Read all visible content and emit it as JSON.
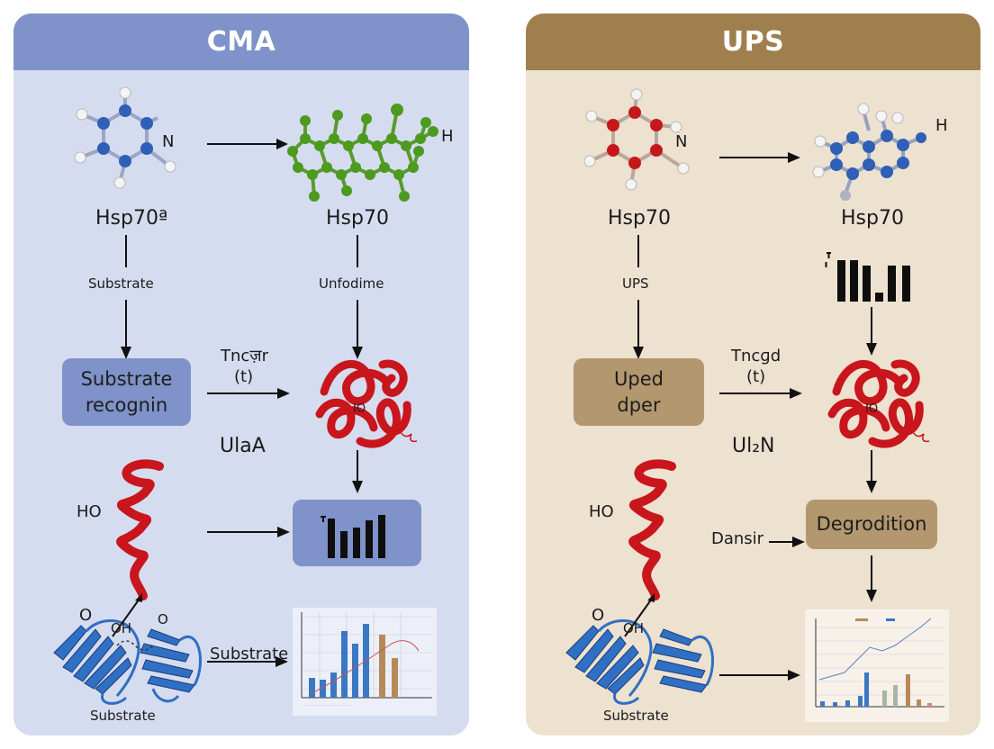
{
  "panels": {
    "cma": {
      "title": "CMA",
      "hex_n": "N",
      "green_h": "H",
      "hsp_left": "Hsp70ª",
      "hsp_right": "Hsp70",
      "substrate_label": "Substrate",
      "unfold_label": "Unfodime",
      "box_line1": "Substrate",
      "box_line2": "recognin",
      "arrow_label_line1": "Tncज़r",
      "arrow_label_line2": "(t)",
      "helix_ho": "HO",
      "ula_label": "UlaA",
      "fold_o": "O",
      "fold_oh": "OH",
      "fold_o2": "O",
      "substrate_arrow_label": "Substrate",
      "substrate_bottom": "Substrate"
    },
    "ups": {
      "title": "UPS",
      "hex_n": "N",
      "blue_h": "H",
      "hsp_left": "Hsp70",
      "hsp_right": "Hsp70",
      "ups_label": "UPS",
      "box_line1": "Uped",
      "box_line2": "dper",
      "arrow_label_line1": "Tncɡd",
      "arrow_label_line2": "(t)",
      "helix_ho": "HO",
      "uln_label": "Ul₂N",
      "dansir_label": "Dansir",
      "degrodition": "Degrodition",
      "fold_o": "O",
      "fold_oh": "OH",
      "substrate_bottom": "Substrate"
    }
  },
  "colors": {
    "cma_header": "#7f92c9",
    "cma_bg": "#d6dcef",
    "ups_header": "#a07f4f",
    "ups_bg": "#ede1d0",
    "protein_red": "#c8161c",
    "sheet_blue": "#2f6fc4",
    "atom_blue": "#2f5fb7",
    "atom_red": "#c5181d",
    "atom_green": "#4c9a1f"
  },
  "icons": {
    "small_molecule": "ball-and-stick-molecule-icon",
    "protein": "ribbon-protein-icon",
    "bars": "bar-chart-icon"
  }
}
